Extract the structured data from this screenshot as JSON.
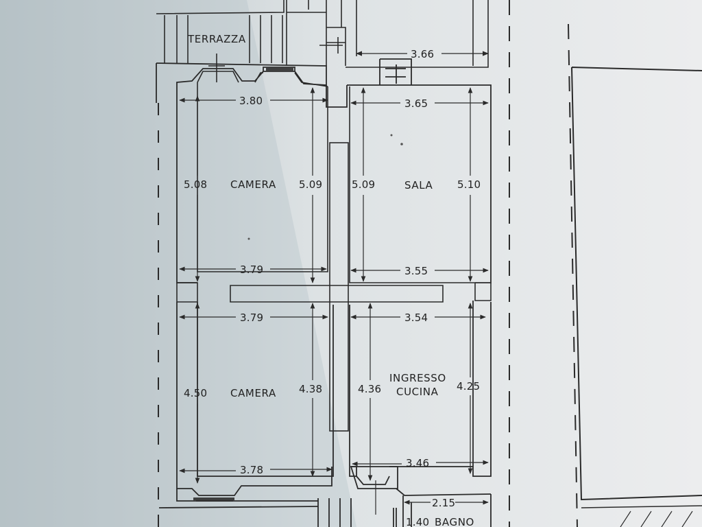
{
  "rooms": {
    "terrazza": "TERRAZZA",
    "camera_top": "CAMERA",
    "sala": "SALA",
    "camera_bottom": "CAMERA",
    "ingresso_line1": "INGRESSO",
    "ingresso_line2": "CUCINA",
    "bagno": "BAGNO"
  },
  "dimensions": {
    "top_right_width": "3.66",
    "camera_top_width": "3.80",
    "sala_width": "3.65",
    "camera_top_left_height": "5.08",
    "camera_top_right_height": "5.09",
    "sala_left_height": "5.09",
    "sala_right_height": "5.10",
    "camera_top_bottom_width": "3.79",
    "sala_bottom_width": "3.55",
    "camera_bottom_top_width": "3.79",
    "ingresso_top_width": "3.54",
    "camera_bottom_left_height": "4.50",
    "camera_bottom_right_height": "4.38",
    "ingresso_left_height": "4.36",
    "ingresso_right_height": "4.25",
    "camera_bottom_bottom_width": "3.78",
    "ingresso_bottom_width": "3.46",
    "bagno_width": "2.15",
    "bagno_height": "1.40"
  },
  "colors": {
    "paper": "#e9ecee",
    "paper_shadow": "#b7c2c6",
    "line": "#2a2a2a"
  }
}
